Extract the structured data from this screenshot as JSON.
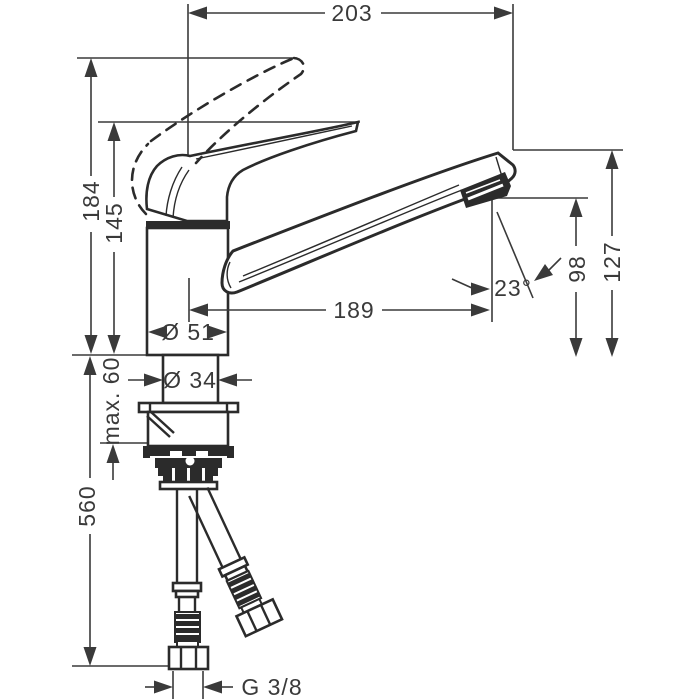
{
  "drawing": {
    "type": "faucet-technical-dimension-drawing",
    "units_shown": "mm"
  },
  "dimensions": {
    "overall_reach": "203",
    "handle_raised_height": "184",
    "handle_height": "145",
    "spout_reach": "189",
    "base_diameter": "Ø 51",
    "shank_diameter": "Ø 34",
    "max_deck_thickness": "max. 60",
    "hose_length": "560",
    "aerator_clearance": "98",
    "spout_clearance": "127",
    "aerator_angle": "23°",
    "connection_thread": "G 3/8"
  },
  "colors": {
    "line": "#3a3a3a",
    "object": "#2b2b2b",
    "background": "#ffffff"
  }
}
